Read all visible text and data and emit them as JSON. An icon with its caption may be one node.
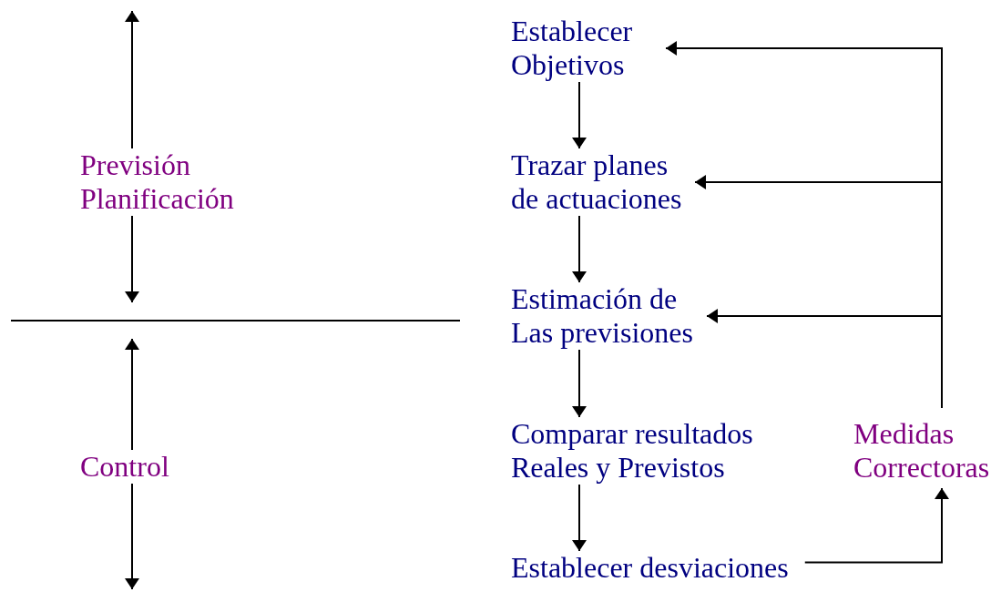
{
  "diagram": {
    "nodes": [
      {
        "text": [
          "Previsión Planificación"
        ]
      },
      {
        "text": [
          "Control"
        ]
      },
      {
        "text": [
          "Establecer Objetivos"
        ]
      },
      {
        "text": [
          "Trazar planes de actuaciones"
        ]
      },
      {
        "text": [
          "Estimación de Las previsiones"
        ]
      },
      {
        "text": [
          "Comparar resultados Reales y Previstos"
        ]
      },
      {
        "text": [
          "Establecer desviaciones"
        ]
      },
      {
        "text": [
          "Medidas Correctoras"
        ]
      }
    ],
    "edges": [
      {
        "from": 0,
        "to": null,
        "arrow": "to"
      },
      {
        "from": 0,
        "to": null,
        "arrow": "to"
      },
      {
        "from": 1,
        "to": null,
        "arrow": "to"
      },
      {
        "from": 1,
        "to": null,
        "arrow": "to"
      },
      {
        "from": 2,
        "to": 3,
        "arrow": "to"
      },
      {
        "from": 3,
        "to": 4,
        "arrow": "to"
      },
      {
        "from": 4,
        "to": 5,
        "arrow": "to"
      },
      {
        "from": 5,
        "to": 6,
        "arrow": "to"
      },
      {
        "from": 6,
        "to": 7,
        "arrow": "to"
      },
      {
        "from": 7,
        "to": 2,
        "arrow": "to"
      },
      {
        "from": 7,
        "to": 3,
        "arrow": "to"
      },
      {
        "from": 7,
        "to": 4,
        "arrow": "to"
      }
    ]
  }
}
